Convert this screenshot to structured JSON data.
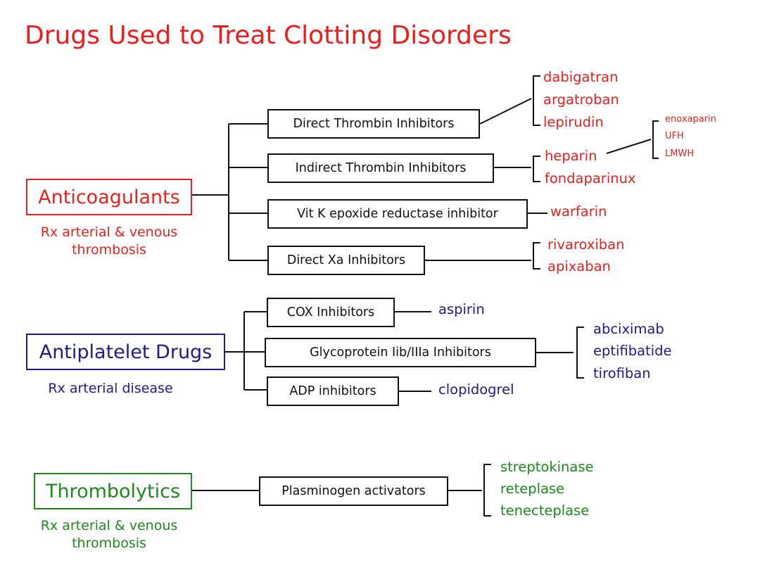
{
  "title": "Drugs Used to Treat Clotting Disorders",
  "colors": {
    "anticoagulant": "#e8211c",
    "antiplatelet": "#1f1a8a",
    "thrombolytic": "#1c8a1c",
    "line": "#111111"
  },
  "anticoagulants": {
    "label": "Anticoagulants",
    "note": [
      "Rx arterial & venous",
      "thrombosis"
    ],
    "classes": [
      {
        "label": "Direct Thrombin Inhibitors",
        "drugs": [
          "dabigatran",
          "argatroban",
          "lepirudin"
        ]
      },
      {
        "label": "Indirect Thrombin Inhibitors",
        "drugs": [
          "heparin",
          "fondaparinux"
        ]
      },
      {
        "label": "Vit K epoxide reductase inhibitor",
        "drugs": [
          "warfarin"
        ]
      },
      {
        "label": "Direct Xa Inhibitors",
        "drugs": [
          "rivaroxiban",
          "apixaban"
        ]
      }
    ],
    "heparin_types": [
      "enoxaparin",
      "UFH",
      "LMWH"
    ]
  },
  "antiplatelet": {
    "label": "Antiplatelet Drugs",
    "note": [
      "Rx arterial disease"
    ],
    "classes": [
      {
        "label": "COX Inhibitors",
        "drugs": [
          "aspirin"
        ]
      },
      {
        "label": "Glycoprotein Iib/IIIa Inhibitors",
        "drugs": [
          "abciximab",
          "eptifibatide",
          "tirofiban"
        ]
      },
      {
        "label": "ADP inhibitors",
        "drugs": [
          "clopidogrel"
        ]
      }
    ]
  },
  "thrombolytics": {
    "label": "Thrombolytics",
    "note": [
      "Rx arterial & venous",
      "thrombosis"
    ],
    "classes": [
      {
        "label": "Plasminogen activators",
        "drugs": [
          "streptokinase",
          "reteplase",
          "tenecteplase"
        ]
      }
    ]
  }
}
